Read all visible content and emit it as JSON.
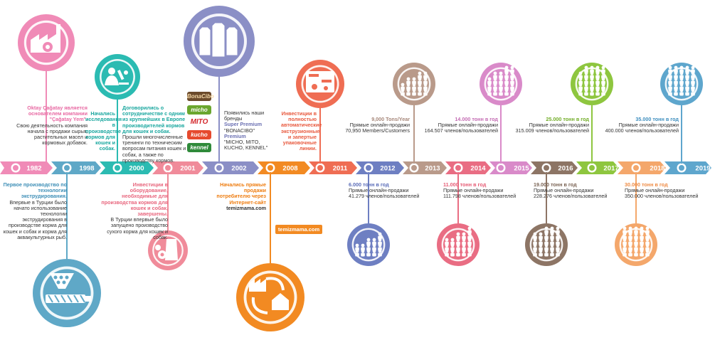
{
  "colors": {
    "c1982": "#f08bb7",
    "c1998": "#5fa8c7",
    "c2000": "#2bbbb2",
    "c2001": "#f08b9a",
    "c2002": "#8b8fc6",
    "c2008": "#f28a22",
    "c2011": "#ef6d53",
    "c2012": "#6e7fc2",
    "c2013": "#b99a8a",
    "c2014": "#e96d83",
    "c2015": "#d98ac9",
    "c2016": "#8d7565",
    "c2017": "#8ec63f",
    "c2018": "#f4a76b",
    "c2019": "#5ea6cd"
  },
  "years": [
    "1982",
    "1998",
    "2000",
    "2001",
    "2002",
    "2008",
    "2011",
    "2012",
    "2013",
    "2014",
    "2015",
    "2016",
    "2017",
    "2018",
    "2019"
  ],
  "events": {
    "e1982": {
      "highlight": "Oktay Çağatay является основателем компании \"Çağatay Yem\".",
      "body": "Свою деятельность компания начала с продажи сырья, растительных масел и кормовых добавок."
    },
    "e1998": {
      "highlight": "Первое производство по технологии экструдирования.",
      "body": "Впервые в Турции было начато использование технологии экструдирования в производстве корма для кошек и собак и корма для аквакультурных рыб."
    },
    "e2000a": {
      "highlight": "Начались исследования в производстве кормов для кошек и собак."
    },
    "e2000b": {
      "highlight": "Договорились о сотрудничестве с одним из крупнейших в Европе производителей кормов для кошек и собак.",
      "body": "Прошли многочисленные тренинги по техническим вопросам питания кошек и собак, а также по производству кормов."
    },
    "e2001": {
      "highlight": "Инвестиции в оборудование, необходимые для производства кормов для кошек и собак, завершены.",
      "body": "В Турции впервые было запущено производство сухого корма для кошек и собак."
    },
    "e2002": {
      "line1": "Появились наши бренды",
      "super": "Super Premium",
      "line2": "\"BONACIBO\"",
      "premium": "Premium",
      "line3": "\"MICHO, MITO, KUCHO, KENNEL\""
    },
    "e2008": {
      "highlight": "Начались прямые продажи потребителю через Интернет-сайт",
      "site": "temizmama.com",
      "pill": "temizmama.com"
    },
    "e2011": {
      "highlight": "Инвестиции в полностью автоматические экструзионные и запертые упаковочные линии."
    },
    "e2012": {
      "highlight": "6.000 тонн в год",
      "body": "Прямые онлайн-продажи\n41.279 членов/пользователей"
    },
    "e2013": {
      "highlight": "9,000 Tons/Year",
      "body": "Прямые онлайн-продажи\n70,950 Members/Customers"
    },
    "e2014": {
      "highlight": "11.000 тонн в год",
      "body": "Прямые онлайн-продажи\n111.798 членов/пользователей"
    },
    "e2015": {
      "highlight": "14.000 тонн в год",
      "body": "Прямые онлайн-продажи\n164.507 членов/пользователей"
    },
    "e2016": {
      "highlight": "19.000 тонн в год",
      "body": "Прямые онлайн-продажи\n228.276 членов/пользователей"
    },
    "e2017": {
      "highlight": "25.000 тонн в год",
      "body": "Прямые онлайн-продажи\n315.009 членов/пользователей"
    },
    "e2018": {
      "highlight": "30.000 тонн в год",
      "body": "Прямые онлайн-продажи\n350.000 членов/пользователей"
    },
    "e2019": {
      "highlight": "35.000 тонн в год",
      "body": "Прямые онлайн-продажи\n400.000 членов/пользователей"
    }
  },
  "brands": [
    "BonaCibo",
    "micho",
    "MITO",
    "kucho",
    "kennel"
  ],
  "icons": {
    "i1982": "factory-gear-icon",
    "i1998": "extruder-machine-icon",
    "i2000": "researcher-microscope-icon",
    "i2001": "feed-bag-gears-icon",
    "i2002": "product-bags-icon",
    "i2008": "factory-to-home-icon",
    "i2011": "automation-panel-icon",
    "i2012": "people-growth-icon",
    "i2013": "people-growth-icon",
    "i2014": "people-growth-icon",
    "i2015": "people-growth-icon",
    "i2016": "people-growth-icon",
    "i2017": "people-growth-icon",
    "i2018": "people-growth-icon",
    "i2019": "people-growth-icon"
  }
}
